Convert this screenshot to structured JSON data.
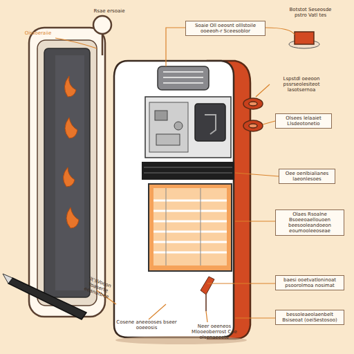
{
  "diagram": {
    "nodes": [
      {
        "text": [
          "Soaie Oll oeosnt olllstoile ooeeoh-r Sceesoblor"
        ]
      },
      {
        "text": [
          "Olsees lelaaiet Llsdeotonetio"
        ]
      },
      {
        "text": [
          "Oee oenlbialianes laeonlesoes"
        ]
      },
      {
        "text": [
          "Olaes Rsoalne Bsoeeoaellouoen beesooleandoeon eoumooleeoseae"
        ]
      },
      {
        "text": [
          "baesi ooetvatloninoat psoorolmoa nosimat"
        ]
      },
      {
        "text": [
          "bessoleaeolaenbelt Bsiseoat (oeiSestosoo)"
        ]
      }
    ],
    "labels": [
      "Rsae ersoaie",
      "Oissoeraiie",
      "Botstot Seseosde pstro Vatl tes",
      "Lspstdl oeeoon pssrseolesiteot lasotsernoa",
      "'lt'sVooon Yoaserte eeanutbee",
      "Cosene aneeooses bseer ooeeosis",
      "Neer oeeneos Mlooeoberrost Cee olsenaeeete"
    ]
  }
}
